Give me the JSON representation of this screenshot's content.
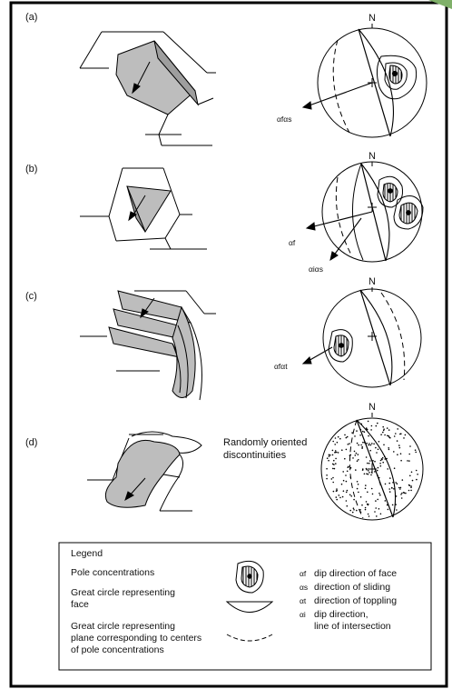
{
  "panels": [
    {
      "id": "a",
      "label": "(a)",
      "north": "N",
      "alpha_label": "αfαs"
    },
    {
      "id": "b",
      "label": "(b)",
      "north": "N",
      "alpha_label_1": "αf",
      "alpha_label_2": "αiαs"
    },
    {
      "id": "c",
      "label": "(c)",
      "north": "N",
      "alpha_label": "αfαt"
    },
    {
      "id": "d",
      "label": "(d)",
      "north": "N",
      "random_text_1": "Randomly oriented",
      "random_text_2": "discontinuities"
    }
  ],
  "legend": {
    "title": "Legend",
    "pole_concentrations": "Pole concentrations",
    "great_circle_face_1": "Great circle representing",
    "great_circle_face_2": "face",
    "great_circle_plane_1": "Great circle representing",
    "great_circle_plane_2": "plane corresponding to centers",
    "great_circle_plane_3": "of pole concentrations",
    "alpha_f": "αf",
    "alpha_f_text": "dip direction of face",
    "alpha_s": "αs",
    "alpha_s_text": "direction of sliding",
    "alpha_t": "αt",
    "alpha_t_text": "direction of toppling",
    "alpha_i": "αi",
    "alpha_i_text_1": "dip direction,",
    "alpha_i_text_2": "line of intersection"
  },
  "colors": {
    "border": "#000000",
    "gray_fill": "#bdbdbd",
    "corner_accent": "#7fb069"
  }
}
